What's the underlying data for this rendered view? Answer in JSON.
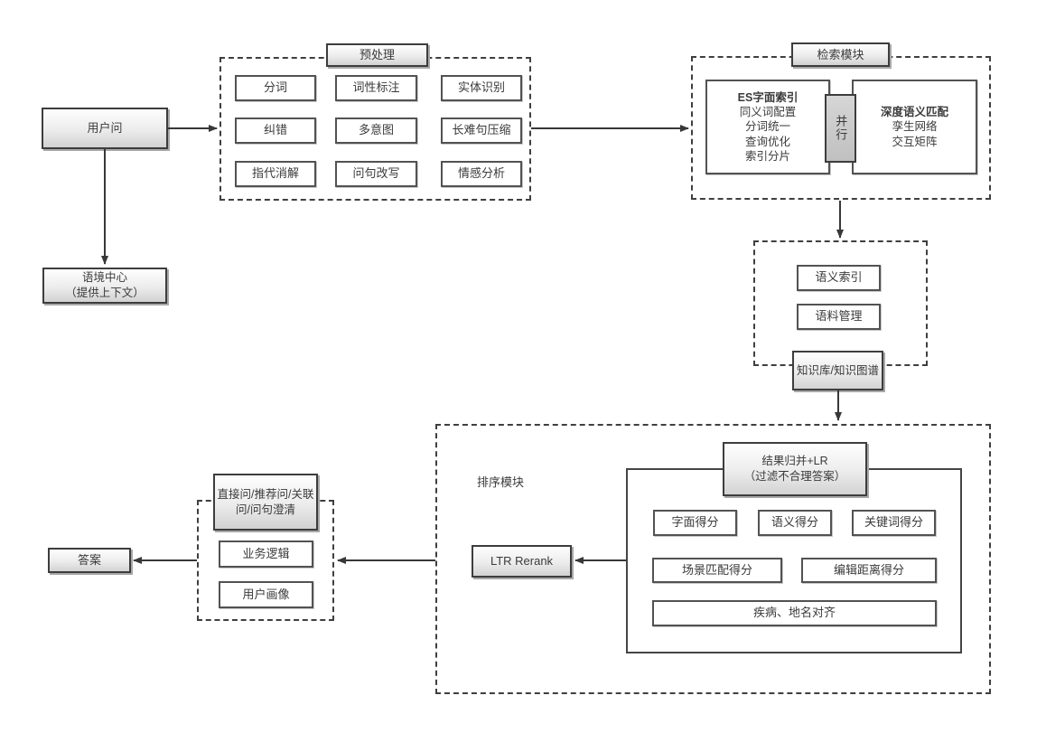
{
  "nodes": {
    "user_question": "用户问",
    "context_center": {
      "line1": "语境中心",
      "line2": "（提供上下文）"
    },
    "answer": "答案"
  },
  "preprocess": {
    "title": "预处理",
    "items": [
      "分词",
      "词性标注",
      "实体识别",
      "纠错",
      "多意图",
      "长难句压缩",
      "指代消解",
      "问句改写",
      "情感分析"
    ]
  },
  "retrieval": {
    "title": "检索模块",
    "es_index": {
      "title": "ES字面索引",
      "lines": [
        "同义词配置",
        "分词统一",
        "查询优化",
        "索引分片"
      ]
    },
    "parallel": "并行",
    "deep_match": {
      "title": "深度语义匹配",
      "lines": [
        "孪生网络",
        "交互矩阵"
      ]
    }
  },
  "semantic_store": {
    "items": [
      "语义索引",
      "语料管理"
    ]
  },
  "knowledge_base": "知识库/知识图谱",
  "ranking": {
    "label": "排序模块",
    "merge": {
      "line1": "结果归并+LR",
      "line2": "（过滤不合理答案）"
    },
    "score_row1": [
      "字面得分",
      "语义得分",
      "关键词得分"
    ],
    "score_row2": [
      "场景匹配得分",
      "编辑距离得分"
    ],
    "score_row3": [
      "疾病、地名对齐"
    ],
    "ltr": "LTR Rerank"
  },
  "postprocess": {
    "title": "直接问/推荐问/关联问/问句澄清",
    "items": [
      "业务逻辑",
      "用户画像"
    ]
  },
  "colors": {
    "line": "#383838",
    "border": "#454545",
    "node_fill_top": "#fefefe",
    "node_fill_bottom": "#d2d2d2",
    "parallel_fill": "#c6c6c6",
    "background": "#ffffff"
  }
}
